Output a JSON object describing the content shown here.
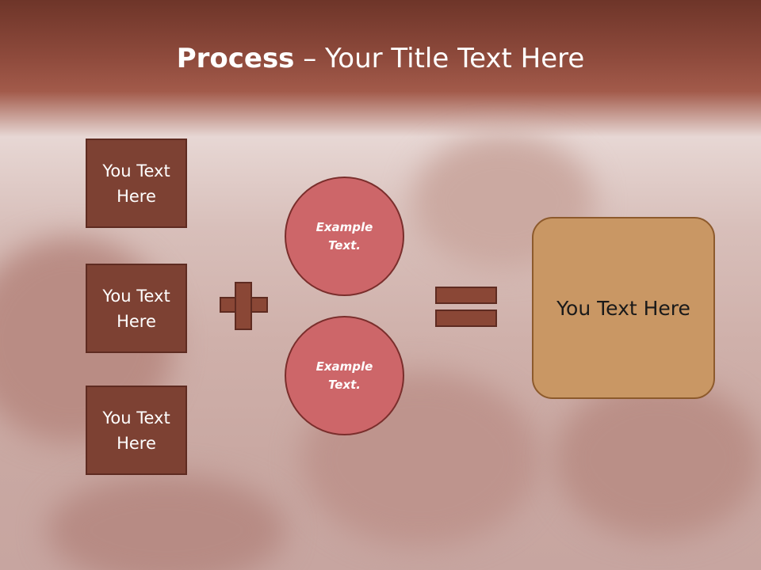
{
  "title": {
    "bold": "Process",
    "rest": " – Your Title Text Here"
  },
  "boxes": [
    {
      "label": "You Text Here"
    },
    {
      "label": "You Text Here"
    },
    {
      "label": "You Text Here"
    }
  ],
  "circles": [
    {
      "label": "Example Text."
    },
    {
      "label": "Example Text."
    }
  ],
  "result": {
    "label": "You Text Here"
  }
}
